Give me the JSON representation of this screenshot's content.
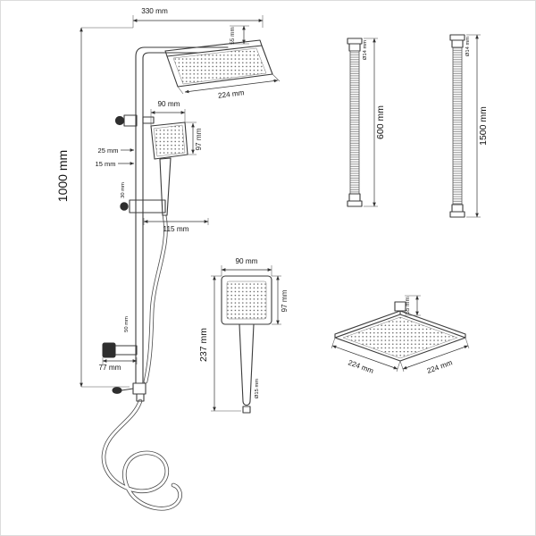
{
  "colors": {
    "line": "#3b3b3b",
    "text": "#141414",
    "background": "#ffffff"
  },
  "labels": {
    "column": {
      "arm_width": "330 mm",
      "head_thickness": "55 mm",
      "head_edge": "224 mm",
      "hand_width": "90 mm",
      "hand_head_height": "97 mm",
      "offset_top": "25 mm",
      "offset_bottom": "15 mm",
      "total_height": "1000 mm",
      "slider_size": "30 mm",
      "slider_arm": "115 mm",
      "bottom_size": "50 mm",
      "bottom_arm": "77 mm"
    },
    "handshower": {
      "width": "90 mm",
      "head_height": "97 mm",
      "total_length": "237 mm",
      "inlet": "Ø15 mm"
    },
    "hose_short": {
      "top": "Ø14 mm",
      "length": "600 mm"
    },
    "hose_long": {
      "top": "Ø14 mm",
      "length": "1500 mm"
    },
    "head": {
      "thickness": "55 mm",
      "edge_a": "224 mm",
      "edge_b": "224 mm"
    }
  }
}
